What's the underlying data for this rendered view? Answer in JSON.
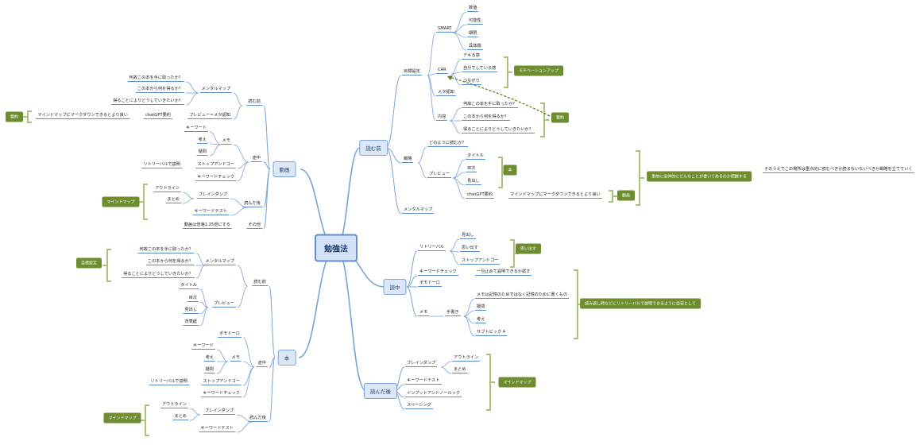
{
  "central": "勉強法",
  "main": {
    "read_before": "読む前",
    "reading": "読中",
    "read_after": "読んだ後",
    "video": "動画",
    "book": "本"
  },
  "rb": {
    "goal": "目標設定",
    "smart": "SMART",
    "smart_items": [
      "数値",
      "可能性",
      "期限",
      "具体端"
    ],
    "car": "CAR",
    "car_items": [
      "デキる感",
      "自分でしている感",
      "つながり"
    ],
    "motivation": "モチベーションアップ",
    "meta": "メタ認知",
    "content": "内容",
    "content_items": [
      "何故この本を手に取ったか？",
      "この本から何を得るか？",
      "得ることによりどうしていきたいか？"
    ],
    "summary": "要約",
    "strategy": "戦略",
    "how": "どのように読むか？",
    "preview": "プレビュー",
    "preview_items": [
      "タイトル",
      "目次",
      "見出し"
    ],
    "book_tag": "本",
    "gpt": "chatGPT要約",
    "gpt_note": "マインドマップにマークダウンできるとより良い",
    "video_tag": "動画",
    "whole": "事前に全体的にどんなことが書いてあるのか把握する",
    "whole_note": "そのうえでこの場所は重点的に読むべきか読まないないべきか戦略を立てていく",
    "mindmap": "メンタルマップ"
  },
  "rd": {
    "retrieval": "リトリーバル",
    "retrieval_items": [
      "見出し",
      "思い出す",
      "ストップアンドゴー"
    ],
    "recall_tag": "思い出す",
    "keyword_check": "キーワードチェック",
    "keyword_note": "一旦止めて説明できるか試す",
    "pomodoro": "ポモドーロ",
    "memo": "メモ",
    "handwrite": "手書き",
    "memo_note": "メモは記憶のためではなく記憶のために書くもの",
    "handwrite_items": [
      "疑問",
      "考え",
      "サブトピック 4"
    ],
    "reread_tag": "読み返し時などにリトリーバルで説明できるように目安として"
  },
  "ra": {
    "brain_dump": "ブレインダンプ",
    "bd_items": [
      "アウトライン",
      "まとめ"
    ],
    "keyword_test": "キーワードテスト",
    "input_output": "インプットアンドノールック",
    "spacing": "スペーシング",
    "mindmap_tag": "マインドマップ"
  },
  "vd": {
    "before": "読む前",
    "mental_map": "メンタルマップ",
    "mm_items": [
      "何故この本を手に取ったか？",
      "この本から何を得るか？",
      "得ることによりどうしていきたいか？"
    ],
    "preview_gpt": "プレビュー＝メタ認知",
    "gpt": "chatGPT要約",
    "gpt_note": "マインドマップにマークダウンできるとより良い",
    "summary_tag": "要約",
    "reading": "途中",
    "memo": "メモ",
    "memo_items": [
      "キーワード",
      "考え",
      "疑問"
    ],
    "stop_go": "ストップアンドゴー",
    "retrieval_note": "リトリーバルで説明",
    "keyword_check": "キーワードチェック",
    "after": "読んだ後",
    "brain_dump": "ブレインダンプ",
    "bd_items": [
      "アウトライン",
      "まとめ"
    ],
    "keyword_test": "キーワードテスト",
    "mindmap_tag": "マインドマップ",
    "other": "その他",
    "speed": "動画は倍速1.25倍にする"
  },
  "bk": {
    "before": "読む前",
    "mental_map": "メンタルマップ",
    "mm_items": [
      "何故この本を手に取ったか？",
      "この本から何を得るか？",
      "得ることによりどうしていきたいか？"
    ],
    "goal_tag": "目標設定",
    "preview": "プレビュー",
    "preview_items": [
      "タイトル",
      "目次",
      "見出し",
      "背表紙"
    ],
    "reading": "途中",
    "pomodoro": "ポモドーロ",
    "memo": "メモ",
    "memo_items": [
      "キーワード",
      "考え",
      "疑問"
    ],
    "stop_go": "ストップアンドゴー",
    "retrieval_note": "リトリーバルで説明",
    "keyword_check": "キーワードチェック",
    "after": "読んだ後",
    "brain_dump": "ブレインダンプ",
    "bd_items": [
      "アウトライン",
      "まとめ"
    ],
    "keyword_test": "キーワードテスト",
    "mindmap_tag": "マインドマップ"
  },
  "colors": {
    "branch": "#7aa4d8",
    "node_line": "#5b8fd4",
    "tag_green": "#6d8d2e",
    "bracket": "#a8c47a",
    "central_fill": "#d3e2f6"
  }
}
